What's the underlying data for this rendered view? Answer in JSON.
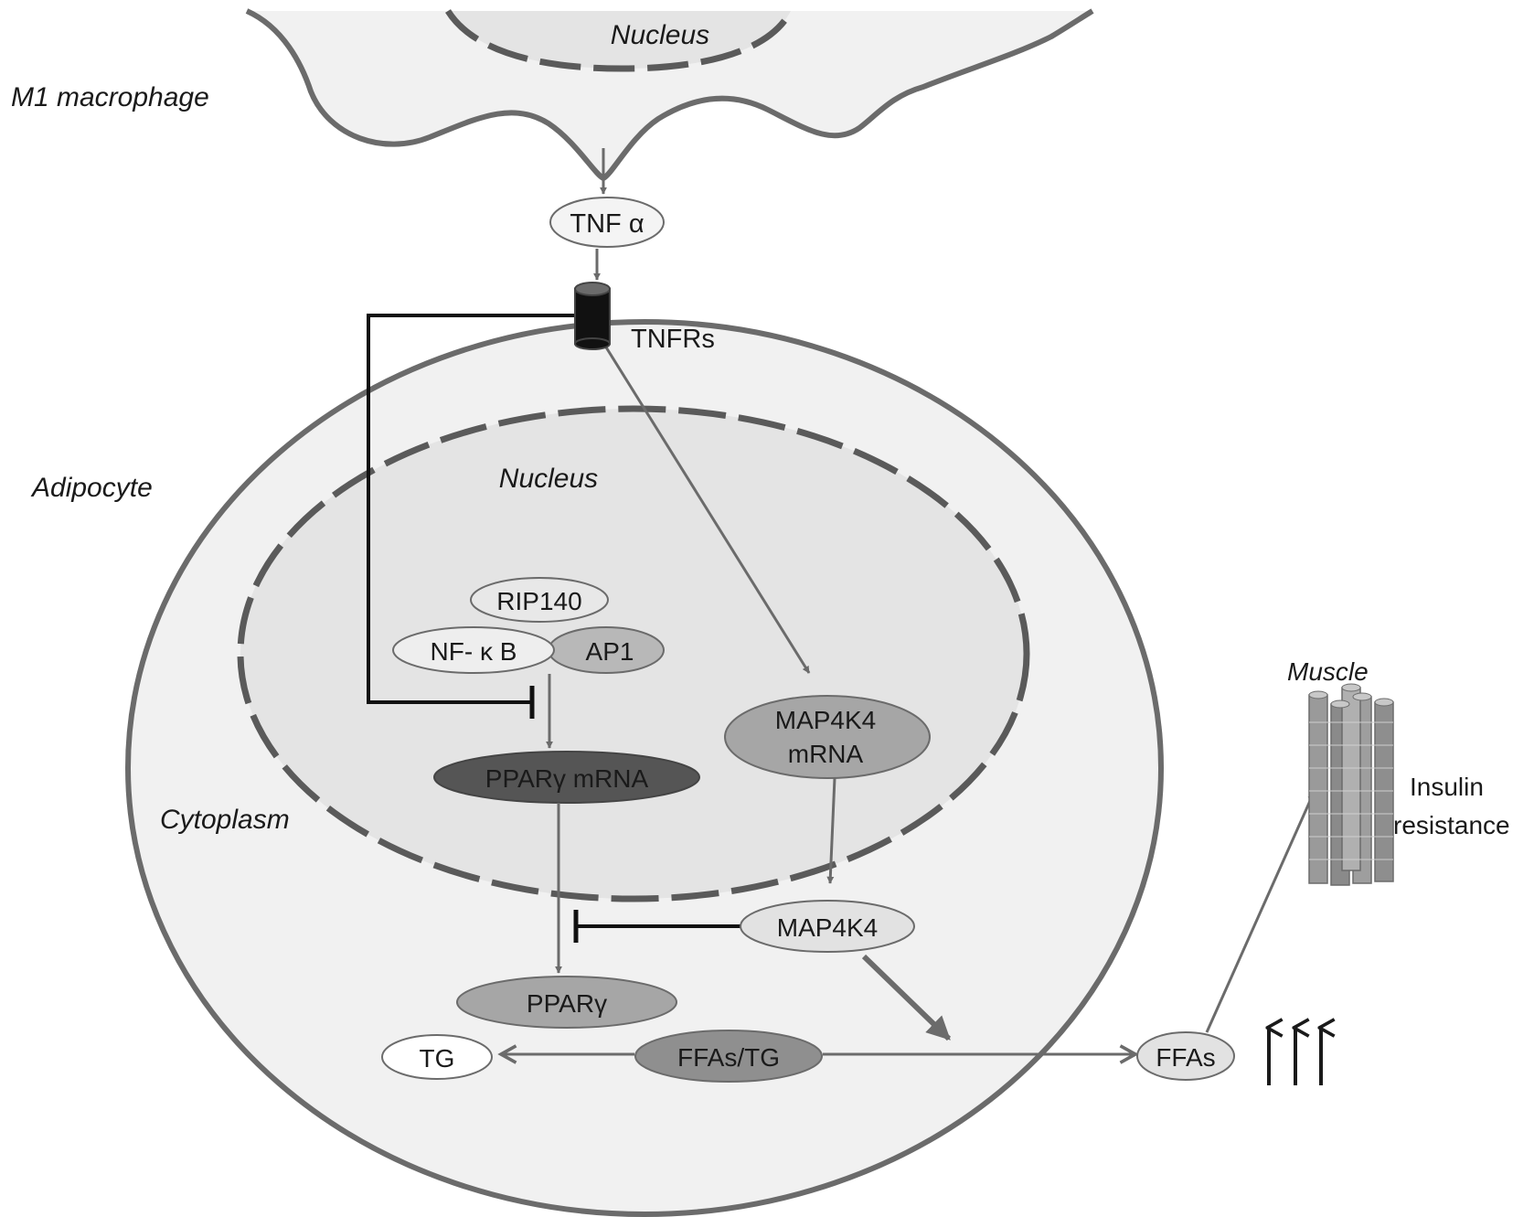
{
  "labels": {
    "macrophage_nucleus": "Nucleus",
    "m1_macrophage": "M1 macrophage",
    "tnf_alpha": "TNF α",
    "tnfrs": "TNFRs",
    "adipocyte": "Adipocyte",
    "adipocyte_nucleus": "Nucleus",
    "cytoplasm": "Cytoplasm",
    "rip140": "RIP140",
    "nfkb": "NF- κ B",
    "ap1": "AP1",
    "map4k4_mrna_line1": "MAP4K4",
    "map4k4_mrna_line2": "mRNA",
    "ppar_mrna": "PPARγ mRNA",
    "map4k4": "MAP4K4",
    "ppar": "PPARγ",
    "tg": "TG",
    "ffas_tg": "FFAs/TG",
    "ffas": "FFAs",
    "muscle": "Muscle",
    "insulin_line1": "Insulin",
    "insulin_line2": "resistance"
  },
  "colors": {
    "membrane": "#6b6b6b",
    "cell_fill": "#f1f1f1",
    "nucleus_fill": "#e4e4e4",
    "ppar_mrna_fill": "#555555",
    "mid_gray": "#a6a6a6",
    "light_gray": "#e2e2e2",
    "inhibit_line": "#111111"
  }
}
